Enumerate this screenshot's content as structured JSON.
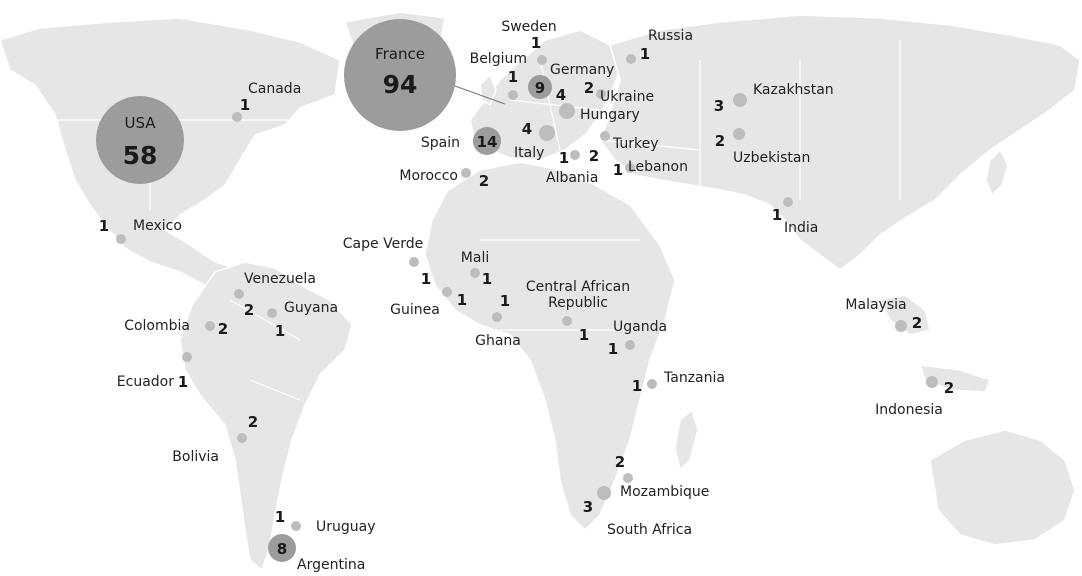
{
  "map": {
    "colors": {
      "land": "#e6e6e6",
      "bubble_small": "#bdbdbd",
      "bubble_large": "#9c9c9c",
      "text": "#1a1a1a"
    },
    "countries": [
      {
        "name": "USA",
        "count": "58",
        "value": 58
      },
      {
        "name": "France",
        "count": "94",
        "value": 94
      },
      {
        "name": "Canada",
        "count": "1",
        "value": 1
      },
      {
        "name": "Mexico",
        "count": "1",
        "value": 1
      },
      {
        "name": "Venezuela",
        "count": "2",
        "value": 2
      },
      {
        "name": "Guyana",
        "count": "1",
        "value": 1
      },
      {
        "name": "Colombia",
        "count": "2",
        "value": 2
      },
      {
        "name": "Ecuador",
        "count": "1",
        "value": 1
      },
      {
        "name": "Bolivia",
        "count": "2",
        "value": 2
      },
      {
        "name": "Uruguay",
        "count": "1",
        "value": 1
      },
      {
        "name": "Argentina",
        "count": "8",
        "value": 8
      },
      {
        "name": "Sweden",
        "count": "1",
        "value": 1
      },
      {
        "name": "Belgium",
        "count": "1",
        "value": 1
      },
      {
        "name": "Germany",
        "count": "9",
        "value": 9
      },
      {
        "name": "Ukraine",
        "count": "2",
        "value": 2
      },
      {
        "name": "Russia",
        "count": "1",
        "value": 1
      },
      {
        "name": "Hungary",
        "count": "4",
        "value": 4
      },
      {
        "name": "Spain",
        "count": "14",
        "value": 14
      },
      {
        "name": "Italy",
        "count": "4",
        "value": 4
      },
      {
        "name": "Albania",
        "count": "1",
        "value": 1
      },
      {
        "name": "Turkey",
        "count": "2",
        "value": 2
      },
      {
        "name": "Lebanon",
        "count": "1",
        "value": 1
      },
      {
        "name": "Morocco",
        "count": "2",
        "value": 2
      },
      {
        "name": "Kazakhstan",
        "count": "3",
        "value": 3
      },
      {
        "name": "Uzbekistan",
        "count": "2",
        "value": 2
      },
      {
        "name": "India",
        "count": "1",
        "value": 1
      },
      {
        "name": "Cape Verde",
        "count": "1",
        "value": 1
      },
      {
        "name": "Mali",
        "count": "1",
        "value": 1
      },
      {
        "name": "Guinea",
        "count": "1",
        "value": 1
      },
      {
        "name": "Ghana",
        "count": "1",
        "value": 1
      },
      {
        "name": "Central African Republic",
        "count": "1",
        "value": 1
      },
      {
        "name": "Uganda",
        "count": "1",
        "value": 1
      },
      {
        "name": "Tanzania",
        "count": "1",
        "value": 1
      },
      {
        "name": "Mozambique",
        "count": "2",
        "value": 2
      },
      {
        "name": "South Africa",
        "count": "3",
        "value": 3
      },
      {
        "name": "Malaysia",
        "count": "2",
        "value": 2
      },
      {
        "name": "Indonesia",
        "count": "2",
        "value": 2
      }
    ]
  }
}
